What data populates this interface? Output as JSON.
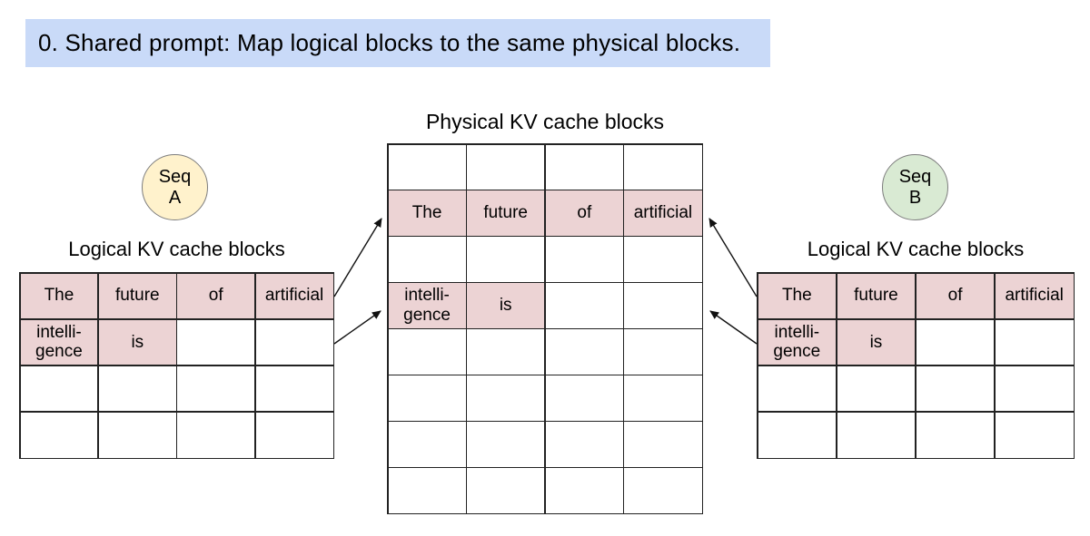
{
  "colors": {
    "banner_bg": "#c9daf8",
    "highlight": "#ecd3d4",
    "seq_a_fill": "#fff2cc",
    "seq_b_fill": "#d9ead3",
    "grid_line": "#222222",
    "text_color": "#000000"
  },
  "banner": {
    "text": "0. Shared prompt: Map logical blocks to the same physical blocks."
  },
  "physical": {
    "title": "Physical KV cache blocks",
    "rows": [
      [
        {
          "t": "",
          "h": false
        },
        {
          "t": "",
          "h": false
        },
        {
          "t": "",
          "h": false
        },
        {
          "t": "",
          "h": false
        }
      ],
      [
        {
          "t": "The",
          "h": true
        },
        {
          "t": "future",
          "h": true
        },
        {
          "t": "of",
          "h": true
        },
        {
          "t": "artificial",
          "h": true
        }
      ],
      [
        {
          "t": "",
          "h": false
        },
        {
          "t": "",
          "h": false
        },
        {
          "t": "",
          "h": false
        },
        {
          "t": "",
          "h": false
        }
      ],
      [
        {
          "t": "intelli-\ngence",
          "h": true
        },
        {
          "t": "is",
          "h": true
        },
        {
          "t": "",
          "h": false
        },
        {
          "t": "",
          "h": false
        }
      ],
      [
        {
          "t": "",
          "h": false
        },
        {
          "t": "",
          "h": false
        },
        {
          "t": "",
          "h": false
        },
        {
          "t": "",
          "h": false
        }
      ],
      [
        {
          "t": "",
          "h": false
        },
        {
          "t": "",
          "h": false
        },
        {
          "t": "",
          "h": false
        },
        {
          "t": "",
          "h": false
        }
      ],
      [
        {
          "t": "",
          "h": false
        },
        {
          "t": "",
          "h": false
        },
        {
          "t": "",
          "h": false
        },
        {
          "t": "",
          "h": false
        }
      ],
      [
        {
          "t": "",
          "h": false
        },
        {
          "t": "",
          "h": false
        },
        {
          "t": "",
          "h": false
        },
        {
          "t": "",
          "h": false
        }
      ]
    ]
  },
  "seq_a": {
    "line1": "Seq",
    "line2": "A"
  },
  "seq_b": {
    "line1": "Seq",
    "line2": "B"
  },
  "left_section": {
    "label": "Logical KV cache blocks",
    "rows": [
      [
        {
          "t": "The",
          "h": true
        },
        {
          "t": "future",
          "h": true
        },
        {
          "t": "of",
          "h": true
        },
        {
          "t": "artificial",
          "h": true
        }
      ],
      [
        {
          "t": "intelli-\ngence",
          "h": true
        },
        {
          "t": "is",
          "h": true
        },
        {
          "t": "",
          "h": false
        },
        {
          "t": "",
          "h": false
        }
      ],
      [
        {
          "t": "",
          "h": false
        },
        {
          "t": "",
          "h": false
        },
        {
          "t": "",
          "h": false
        },
        {
          "t": "",
          "h": false
        }
      ],
      [
        {
          "t": "",
          "h": false
        },
        {
          "t": "",
          "h": false
        },
        {
          "t": "",
          "h": false
        },
        {
          "t": "",
          "h": false
        }
      ]
    ]
  },
  "right_section": {
    "label": "Logical KV cache blocks",
    "rows": [
      [
        {
          "t": "The",
          "h": true
        },
        {
          "t": "future",
          "h": true
        },
        {
          "t": "of",
          "h": true
        },
        {
          "t": "artificial",
          "h": true
        }
      ],
      [
        {
          "t": "intelli-\ngence",
          "h": true
        },
        {
          "t": "is",
          "h": true
        },
        {
          "t": "",
          "h": false
        },
        {
          "t": "",
          "h": false
        }
      ],
      [
        {
          "t": "",
          "h": false
        },
        {
          "t": "",
          "h": false
        },
        {
          "t": "",
          "h": false
        },
        {
          "t": "",
          "h": false
        }
      ],
      [
        {
          "t": "",
          "h": false
        },
        {
          "t": "",
          "h": false
        },
        {
          "t": "",
          "h": false
        },
        {
          "t": "",
          "h": false
        }
      ]
    ]
  },
  "mappings": [
    {
      "from": "seq A logical block 0",
      "to": "physical block row 2"
    },
    {
      "from": "seq A logical block 1",
      "to": "physical block row 4"
    },
    {
      "from": "seq B logical block 0",
      "to": "physical block row 2"
    },
    {
      "from": "seq B logical block 1",
      "to": "physical block row 4"
    }
  ]
}
